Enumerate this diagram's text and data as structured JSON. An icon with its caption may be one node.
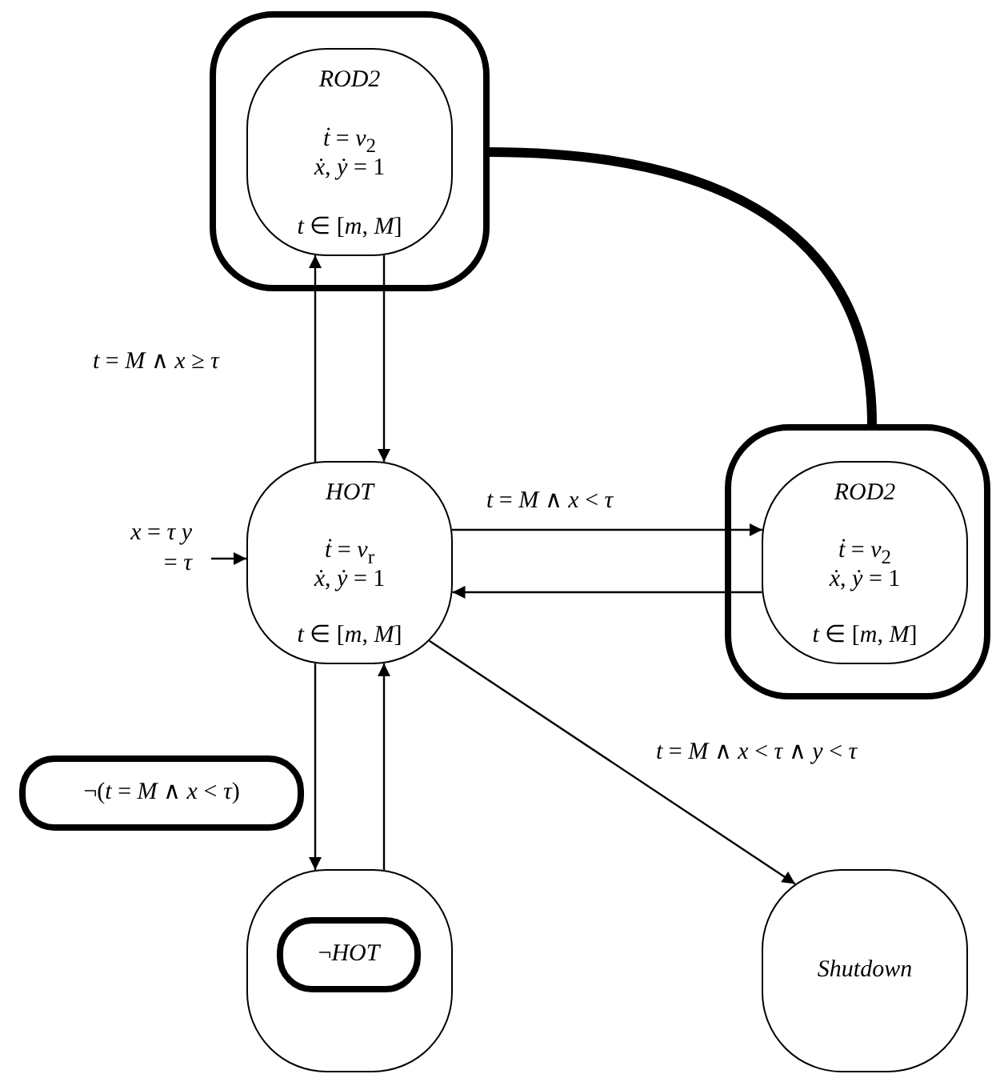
{
  "diagram": {
    "nodes": [
      {
        "text": [],
        "shape": "box"
      },
      {
        "text": [
          "ROD2",
          "*ṫ* = *v*$_{2}$",
          "*ẋ*, *ẏ* = 1",
          "*t* ∈ [*m*, *M*]"
        ],
        "in": 0
      },
      {
        "text": [
          "HOT",
          "*ṫ* = *v*$_{r}$",
          "*ẋ*, *ẏ* = 1",
          "*t* ∈ [*m*, *M*]"
        ]
      },
      {
        "text": [],
        "shape": "box"
      },
      {
        "text": [
          "ROD2",
          "*ṫ* = *v*$_{2}$",
          "*ẋ*, *ẏ* = 1",
          "*t* ∈ [*m*, *M*]"
        ],
        "in": 3
      },
      {
        "text": [
          "¬(*t* = *M* ∧ *x* < *τ*)"
        ]
      },
      {
        "text": [],
        "shape": "circle"
      },
      {
        "text": [
          "¬*HOT*"
        ],
        "in": 6
      },
      {
        "text": [
          "Shutdown"
        ]
      }
    ],
    "edges": [
      {
        "from": 2,
        "to": 1,
        "arrow": "to",
        "label": "*t* = *M* ∧ *x* ≥ *τ*"
      },
      {
        "from": 1,
        "to": 2,
        "arrow": "to"
      },
      {
        "from": 2,
        "to": 4,
        "arrow": "to",
        "label": "*t* = *M* ∧ *x* < *τ*"
      },
      {
        "from": 4,
        "to": 2,
        "arrow": "to"
      },
      {
        "from": null,
        "to": 2,
        "arrow": "to",
        "label": "*x* = *τ* *y* = *τ*"
      },
      {
        "from": 2,
        "to": 6,
        "arrow": "to"
      },
      {
        "from": 6,
        "to": 2,
        "arrow": "to"
      },
      {
        "from": 2,
        "to": 8,
        "arrow": "to",
        "label": "*t* = *M* ∧ *x* < *τ* ∧ *y* < *τ*"
      },
      {
        "from": 0,
        "to": 3,
        "arrow": "none",
        "style": "thick"
      }
    ]
  }
}
